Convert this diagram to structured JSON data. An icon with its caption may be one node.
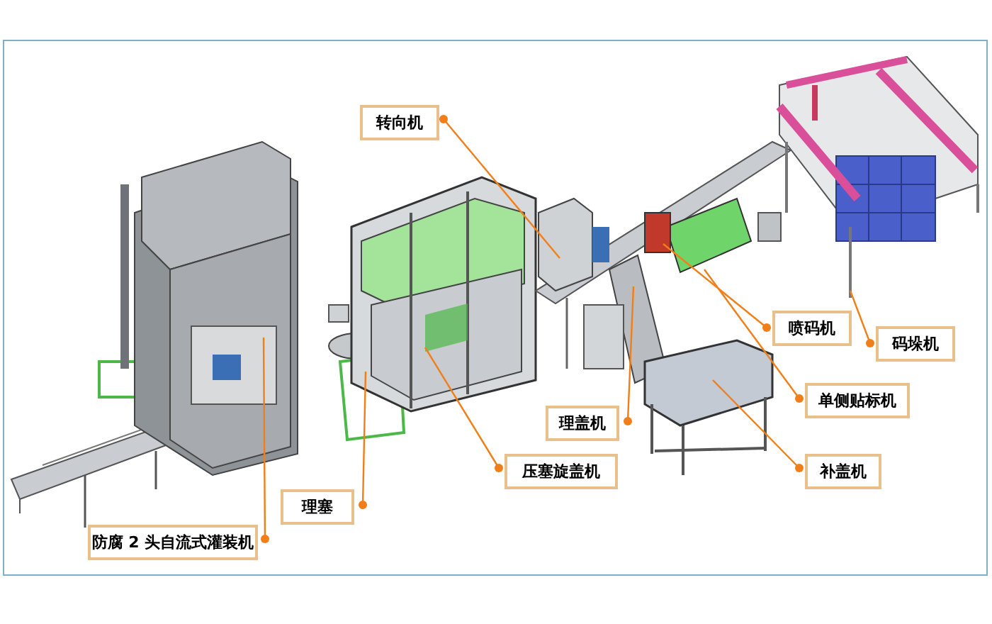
{
  "diagram": {
    "nodes": [
      {
        "text": [
          "转向机"
        ]
      },
      {
        "text": [
          "喷码机"
        ]
      },
      {
        "text": [
          "码垛机"
        ]
      },
      {
        "text": [
          "单侧贴标机"
        ]
      },
      {
        "text": [
          "理盖机"
        ]
      },
      {
        "text": [
          "补盖机"
        ]
      },
      {
        "text": [
          "压塞旋盖机"
        ]
      },
      {
        "text": [
          "理塞"
        ]
      },
      {
        "text": [
          "防腐 2 头自流式灌装机"
        ]
      }
    ],
    "edges": [
      {
        "from": 0,
        "to": null,
        "arrow": "other"
      },
      {
        "from": 1,
        "to": null,
        "arrow": "other"
      },
      {
        "from": 2,
        "to": null,
        "arrow": "other"
      },
      {
        "from": 3,
        "to": null,
        "arrow": "other"
      },
      {
        "from": 4,
        "to": null,
        "arrow": "other"
      },
      {
        "from": 5,
        "to": null,
        "arrow": "other"
      },
      {
        "from": 6,
        "to": null,
        "arrow": "other"
      },
      {
        "from": 7,
        "to": null,
        "arrow": "other"
      },
      {
        "from": 8,
        "to": null,
        "arrow": "other"
      }
    ]
  }
}
